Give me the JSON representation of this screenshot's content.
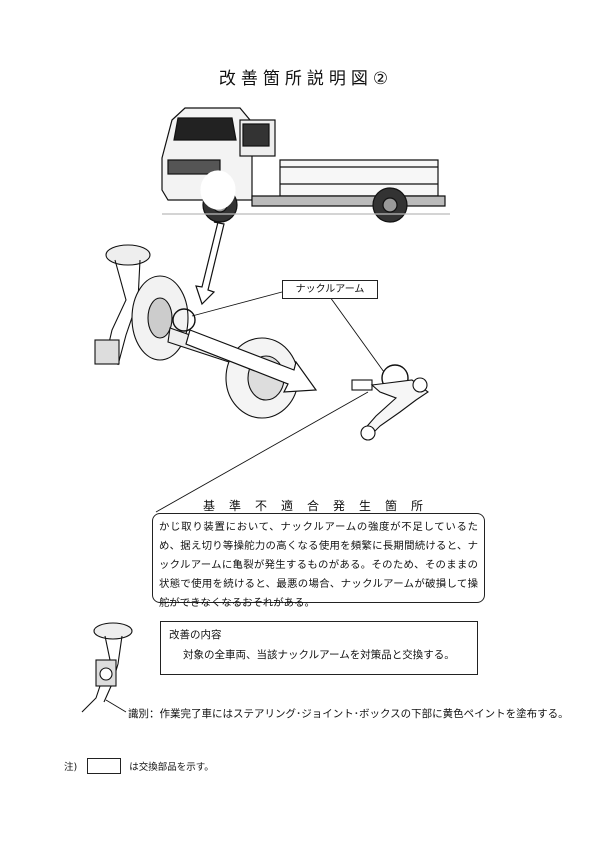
{
  "page": {
    "title": "改善箇所説明図②",
    "knuckle_label": "ナックルアーム",
    "defect": {
      "heading": "基準不適合発生箇所",
      "text": "かじ取り装置において、ナックルアームの強度が不足しているため、据え切り等操舵力の高くなる使用を頻繁に長期間続けると、ナックルアームに亀裂が発生するものがある。そのため、そのままの状態で使用を続けると、最悪の場合、ナックルアームが破損して操舵ができなくなるおそれがある。"
    },
    "improvement": {
      "title": "改善の内容",
      "body": "対象の全車両、当該ナックルアームを対策品と交換する。"
    },
    "identification": "識別：作業完了車にはステアリング･ジョイント･ボックスの下部に黄色ペイントを塗布する。",
    "note": {
      "prefix": "注)",
      "suffix": "は交換部品を示す。"
    }
  },
  "icons": [
    "truck-illustration",
    "front-axle-illustration",
    "knuckle-arm-illustration",
    "steering-column-illustration"
  ]
}
